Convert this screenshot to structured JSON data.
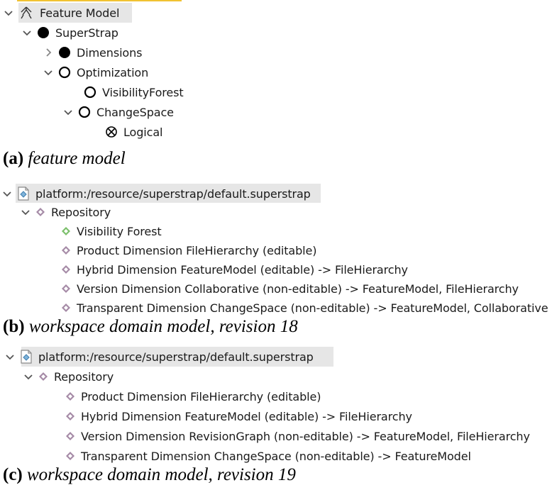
{
  "panel_a": {
    "items": [
      {
        "label": "Feature Model"
      },
      {
        "label": "SuperStrap"
      },
      {
        "label": "Dimensions"
      },
      {
        "label": "Optimization"
      },
      {
        "label": "VisibilityForest"
      },
      {
        "label": "ChangeSpace"
      },
      {
        "label": "Logical"
      }
    ],
    "caption_letter": "(a)",
    "caption_text": "feature model"
  },
  "panel_b": {
    "resource": "platform:/resource/superstrap/default.superstrap",
    "repository": "Repository",
    "items": [
      {
        "label": "Visibility Forest"
      },
      {
        "label": "Product Dimension FileHierarchy (editable)"
      },
      {
        "label": "Hybrid Dimension FeatureModel (editable) -> FileHierarchy"
      },
      {
        "label": "Version Dimension Collaborative (non-editable) -> FeatureModel, FileHierarchy"
      },
      {
        "label": "Transparent Dimension ChangeSpace (non-editable) -> FeatureModel, Collaborative"
      }
    ],
    "caption_letter": "(b)",
    "caption_text": "workspace domain model, revision 18"
  },
  "panel_c": {
    "resource": "platform:/resource/superstrap/default.superstrap",
    "repository": "Repository",
    "items": [
      {
        "label": "Product Dimension FileHierarchy (editable)"
      },
      {
        "label": "Hybrid Dimension FeatureModel (editable) -> FileHierarchy"
      },
      {
        "label": "Version Dimension RevisionGraph (non-editable) -> FeatureModel, FileHierarchy"
      },
      {
        "label": "Transparent Dimension ChangeSpace (non-editable) -> FeatureModel"
      }
    ],
    "caption_letter": "(c)",
    "caption_text": "workspace domain model, revision 19"
  },
  "colors": {
    "selection": "#e6e6e6",
    "diamond": "#a58aa6",
    "diamond_green": "#7bbf6a",
    "chevron": "#555555",
    "top_accent": "#f1c232"
  }
}
